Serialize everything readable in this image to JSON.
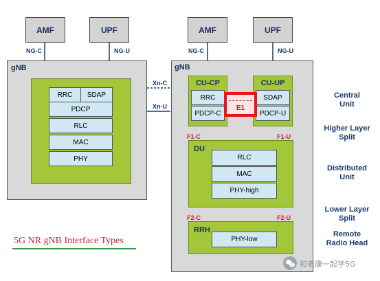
{
  "left": {
    "amf": "AMF",
    "upf": "UPF",
    "ng_c": "NG-C",
    "ng_u": "NG-U",
    "gnb": "gNB",
    "stack": {
      "rrc": "RRC",
      "sdap": "SDAP",
      "pdcp": "PDCP",
      "rlc": "RLC",
      "mac": "MAC",
      "phy": "PHY"
    }
  },
  "middle": {
    "xn_c": "Xn-C",
    "xn_u": "Xn-U"
  },
  "right": {
    "amf": "AMF",
    "upf": "UPF",
    "ng_c": "NG-C",
    "ng_u": "NG-U",
    "gnb": "gNB",
    "cu_cp": {
      "title": "CU-CP",
      "rrc": "RRC",
      "pdcp_c": "PDCP-C"
    },
    "cu_up": {
      "title": "CU-UP",
      "sdap": "SDAP",
      "pdcp_u": "PDCP-U"
    },
    "e1": "E1",
    "f1_c": "F1-C",
    "f1_u": "F1-U",
    "du": {
      "title": "DU",
      "rlc": "RLC",
      "mac": "MAC",
      "phy_high": "PHY-high"
    },
    "f2_c": "F2-C",
    "f2_u": "F2-U",
    "rrh": {
      "title": "RRH",
      "phy_low": "PHY-low"
    }
  },
  "side_labels": {
    "central": [
      "Central",
      "Unit"
    ],
    "higher": [
      "Higher Layer",
      "Split"
    ],
    "distributed": [
      "Distributed",
      "Unit"
    ],
    "lower": [
      "Lower Layer",
      "Split"
    ],
    "remote": [
      "Remote",
      "Radio Head"
    ]
  },
  "caption": "5G NR gNB Interface Types",
  "watermark": "和老康一起学5G",
  "colors": {
    "green": "#a4c639",
    "cell": "#cfe8f4",
    "gray": "#d9d9d9",
    "red_highlight": "#e8141b",
    "caption_underline": "#2e9a45"
  }
}
